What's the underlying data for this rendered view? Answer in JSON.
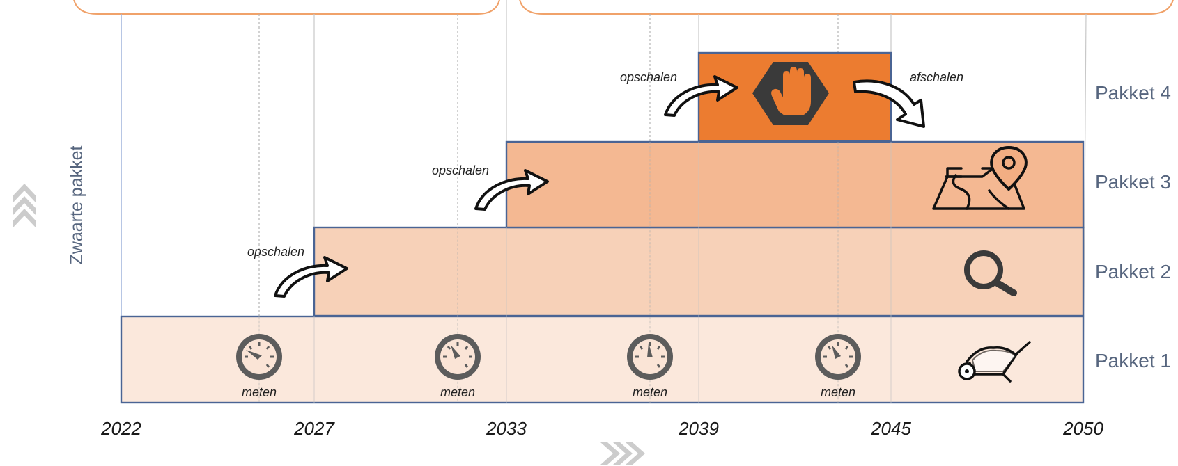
{
  "axis": {
    "years": [
      "2022",
      "2027",
      "2033",
      "2039",
      "2045",
      "2050"
    ],
    "y_title": "Zwaarte pakket"
  },
  "packages": [
    {
      "label": "Pakket 1",
      "start": "2022",
      "end": "2050",
      "color": "#fae4d6",
      "icon": "wheelbarrow-icon"
    },
    {
      "label": "Pakket 2",
      "start": "2027",
      "end": "2050",
      "color": "#f6c9ac",
      "icon": "magnifier-icon"
    },
    {
      "label": "Pakket 3",
      "start": "2033",
      "end": "2050",
      "color": "#f2ae83",
      "icon": "map-pin-icon"
    },
    {
      "label": "Pakket 4",
      "start": "2039",
      "end": "2045",
      "color": "#ec7c30",
      "icon": "stop-hand-icon"
    }
  ],
  "actions": [
    {
      "label": "opschalen"
    },
    {
      "label": "opschalen"
    },
    {
      "label": "opschalen"
    },
    {
      "label": "afschalen"
    }
  ],
  "measurements": [
    {
      "label": "meten"
    },
    {
      "label": "meten"
    },
    {
      "label": "meten"
    },
    {
      "label": "meten"
    }
  ],
  "colors": {
    "accent": "#ec7c30",
    "border": "#4a6494",
    "label": "#56657e",
    "chevron": "#cccccc"
  }
}
